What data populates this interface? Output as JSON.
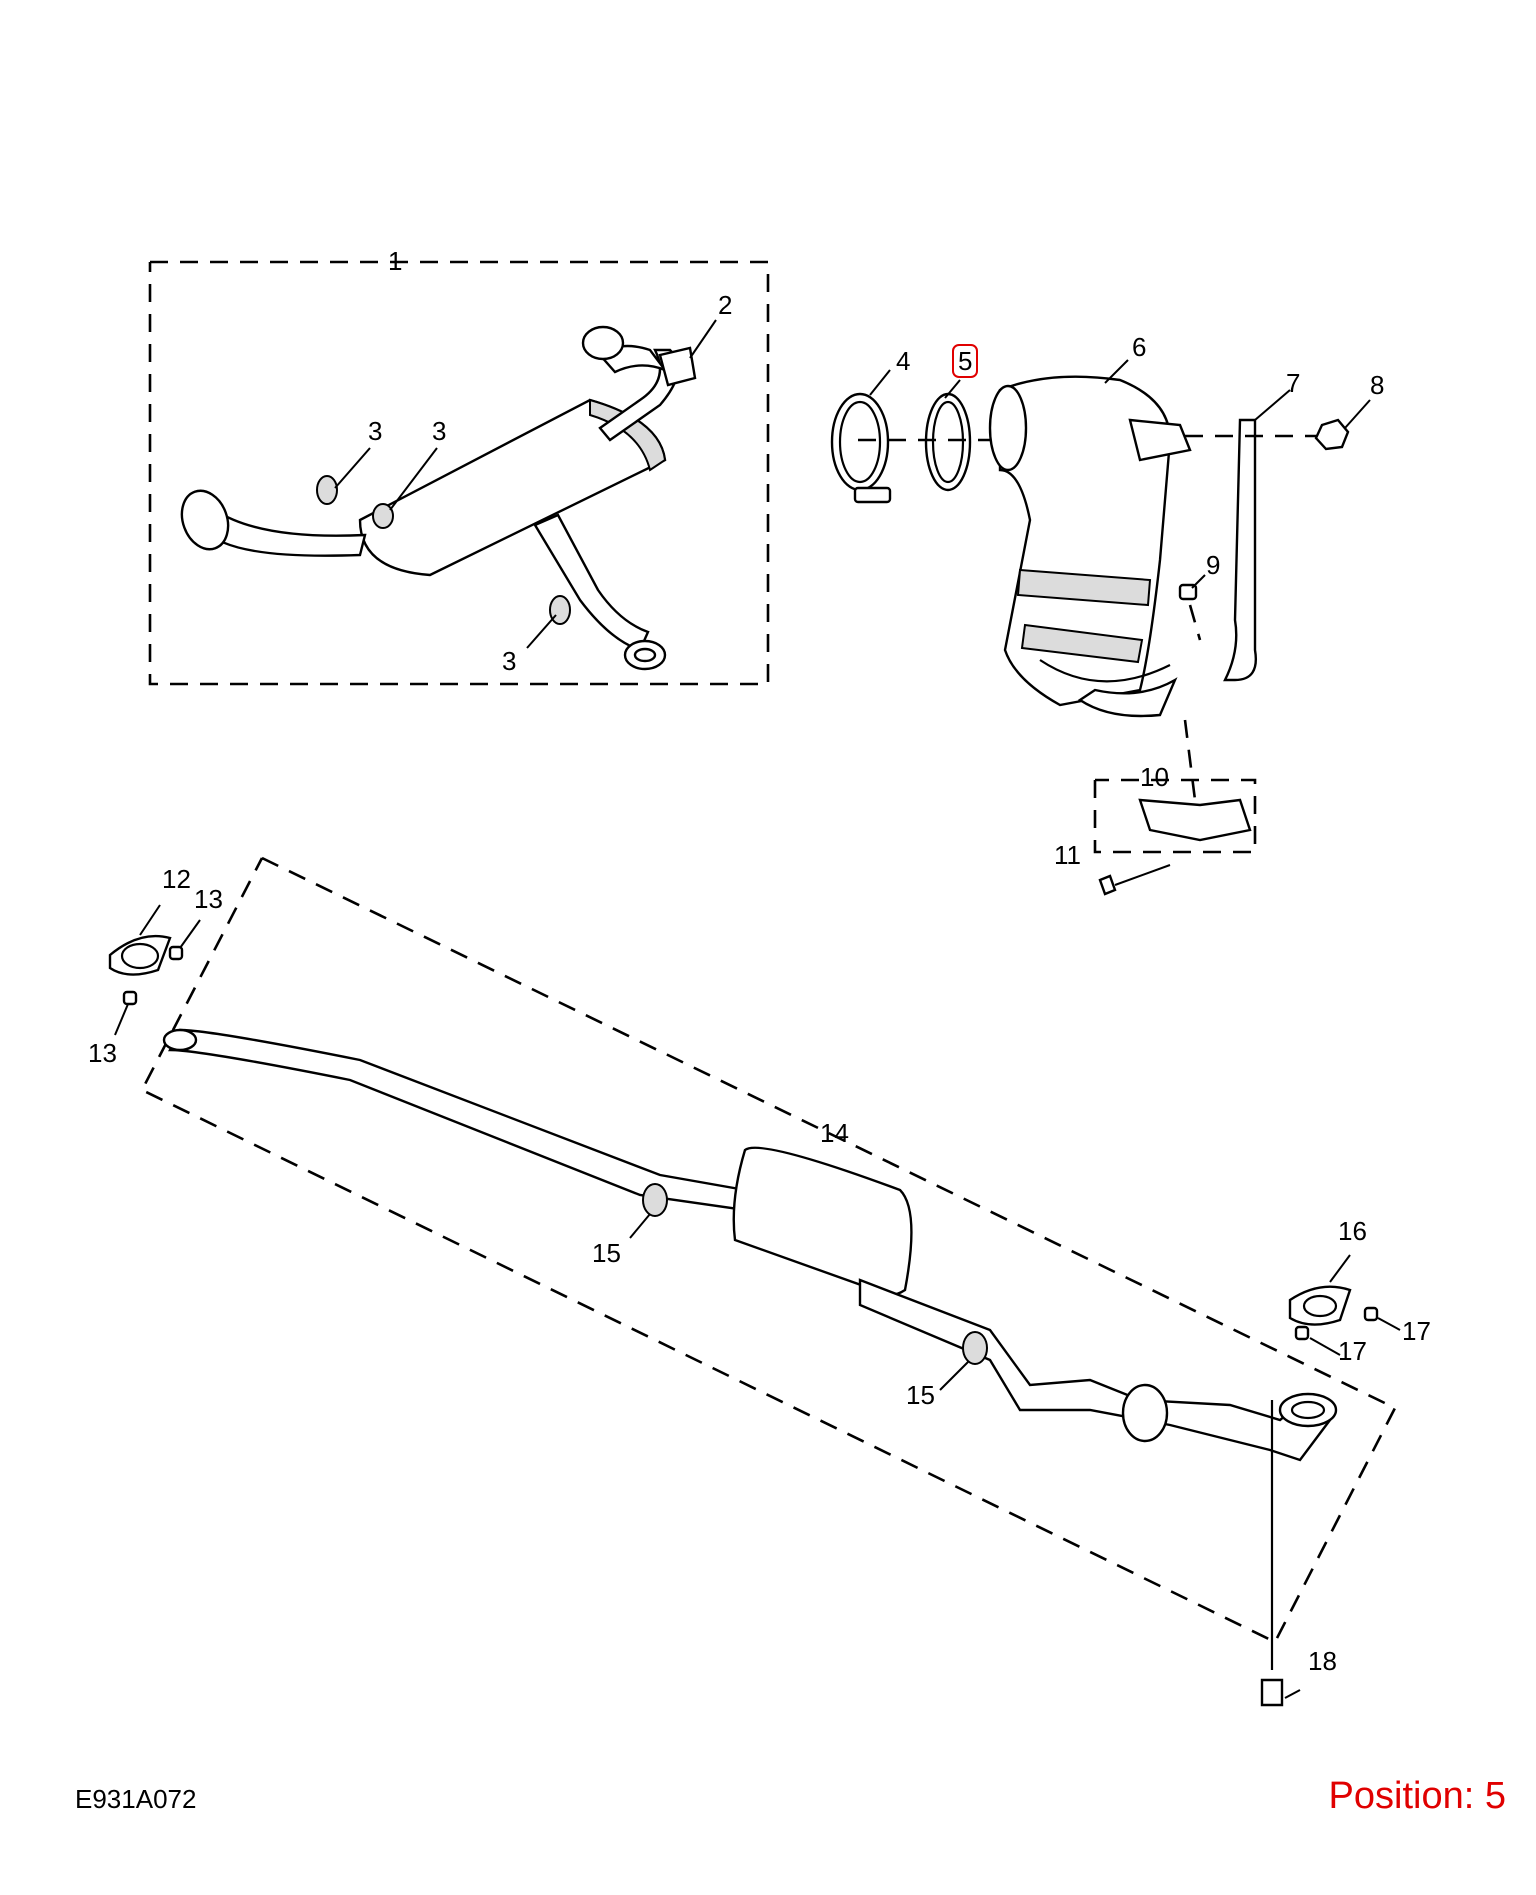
{
  "diagram": {
    "code": "E931A072",
    "position_label": "Position: 5",
    "highlighted_callout": "5",
    "callouts": {
      "c1": "1",
      "c2": "2",
      "c3a": "3",
      "c3b": "3",
      "c3c": "3",
      "c4": "4",
      "c5": "5",
      "c6": "6",
      "c7": "7",
      "c8": "8",
      "c9": "9",
      "c10": "10",
      "c11": "11",
      "c12": "12",
      "c13a": "13",
      "c13b": "13",
      "c14": "14",
      "c15a": "15",
      "c15b": "15",
      "c16": "16",
      "c17a": "17",
      "c17b": "17",
      "c18": "18"
    }
  },
  "colors": {
    "highlight": "#e00000",
    "line": "#000000",
    "background": "#ffffff"
  }
}
